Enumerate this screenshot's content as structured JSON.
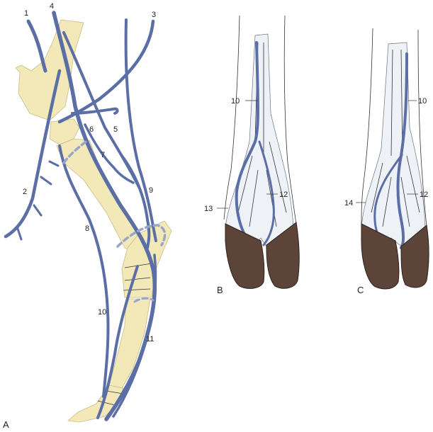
{
  "panels": {
    "a": "A",
    "b": "B",
    "c": "C"
  },
  "labels": {
    "n1": "1",
    "n2": "2",
    "n3": "3",
    "n4": "4",
    "n5": "5",
    "n6": "6",
    "n7": "7",
    "n8": "8",
    "n9": "9",
    "n10": "10",
    "n11": "11",
    "n12": "12",
    "n13": "13",
    "n14": "14"
  },
  "colors": {
    "vein": "#5b6fa6",
    "bone": "#f3e9b8",
    "hoof": "#5c4438",
    "tendon": "#eef2f6"
  }
}
